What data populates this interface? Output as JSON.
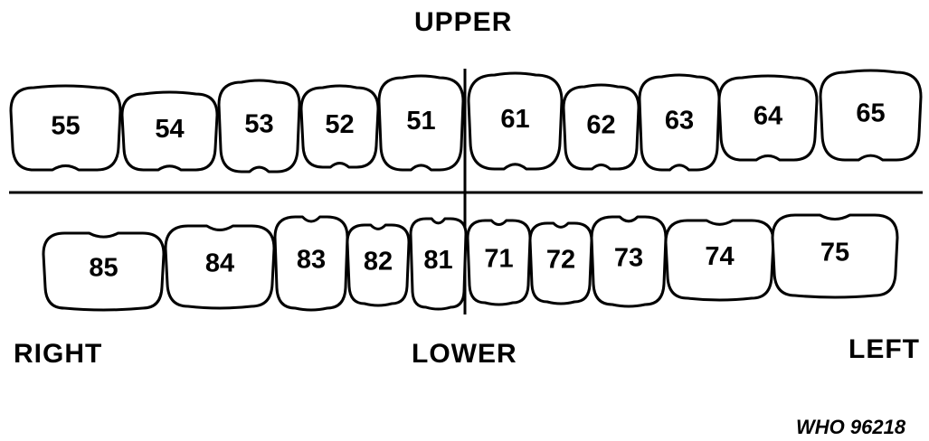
{
  "labels": {
    "upper": "UPPER",
    "lower": "LOWER",
    "right": "RIGHT",
    "left": "LEFT",
    "credit": "WHO 96218"
  },
  "upper_teeth": [
    "55",
    "54",
    "53",
    "52",
    "51",
    "61",
    "62",
    "63",
    "64",
    "65"
  ],
  "lower_teeth": [
    "85",
    "84",
    "83",
    "82",
    "81",
    "71",
    "72",
    "73",
    "74",
    "75"
  ]
}
